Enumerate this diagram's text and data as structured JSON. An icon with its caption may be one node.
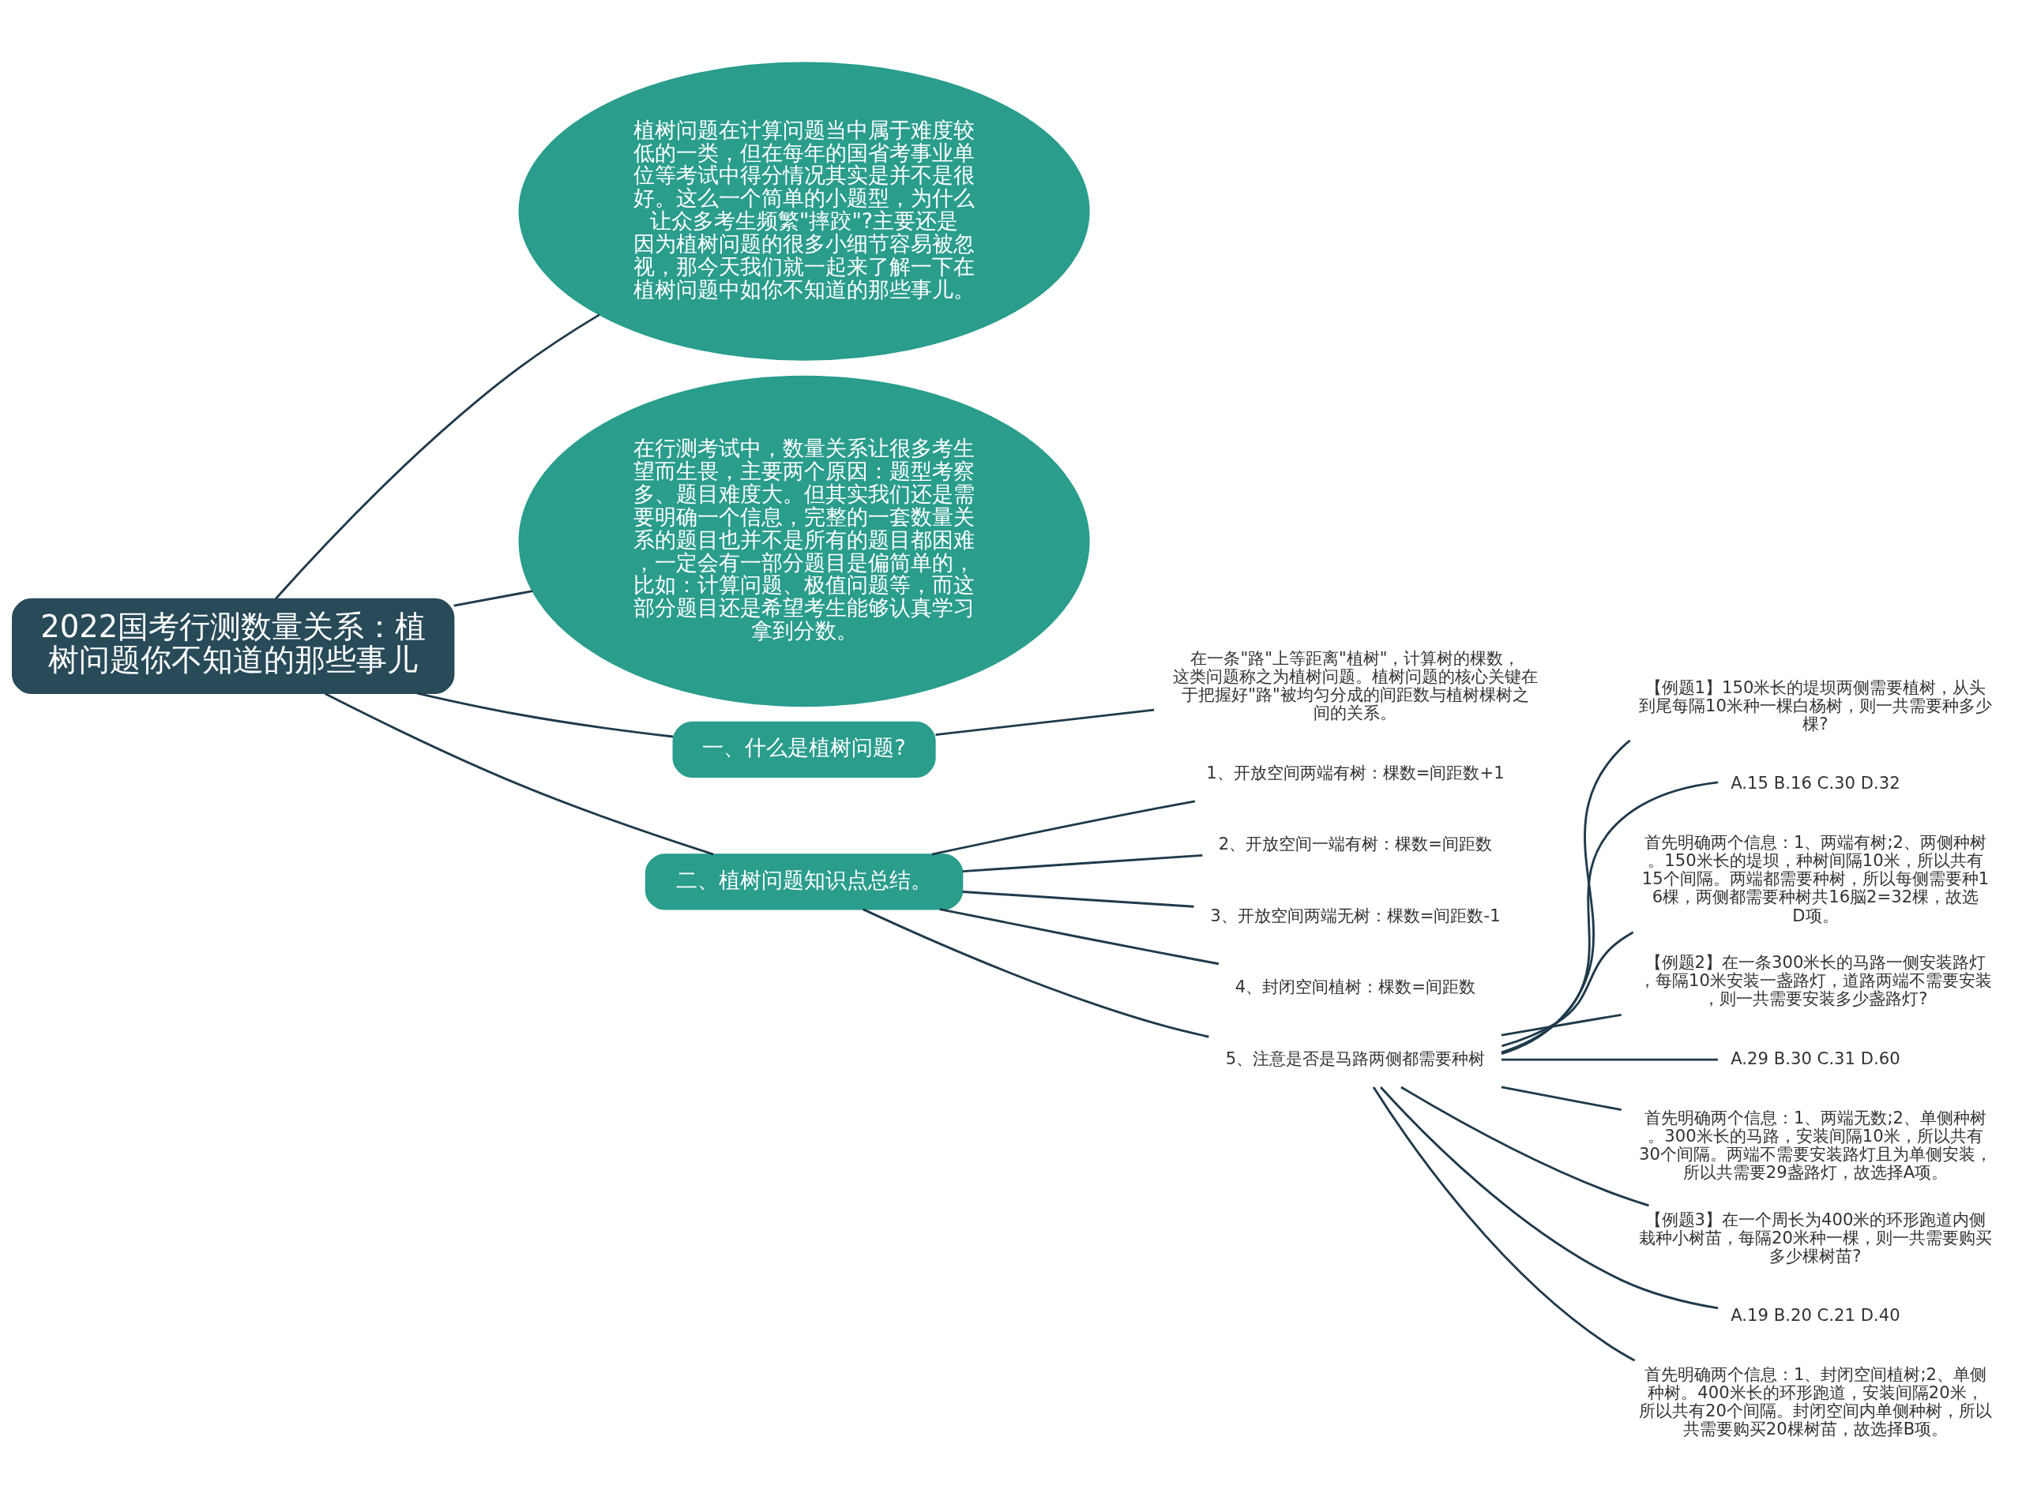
{
  "diagram": {
    "nodes": [
      {
        "text": [
          "2022国考行测数量关系：植树问题你不知道的那些事儿"
        ]
      },
      {
        "text": [
          "植树问题在计算问题当中属于难度较低的一类，但在每年的国省考事业单位等考试中得分情况其实是并不是很好。这么一个简单的小题型，为什么让众多考生频繁\"摔跤\"?主要还是因为植树问题的很多小细节容易被忽视，那今天我们就一起来了解一下在植树问题中如你不知道的那些事儿。"
        ]
      },
      {
        "text": [
          "在行测考试中，数量关系让很多考生望而生畏，主要两个原因：题型考察多、题目难度大。但其实我们还是需要明确一个信息，完整的一套数量关系的题目也并不是所有的题目都困难，一定会有一部分题目是偏简单的，比如：计算问题、极值问题等，而这部分题目还是希望考生能够认真学习拿到分数。"
        ]
      },
      {
        "text": [
          "一、什么是植树问题?"
        ]
      },
      {
        "text": [
          "在一条\"路\"上等距离\"植树\"，计算树的棵数，这类问题称之为植树问题。植树问题的核心关键在于把握好\"路\"被均匀分成的间距数与植树棵树之间的关系。"
        ]
      },
      {
        "text": [
          "二、植树问题知识点总结。"
        ]
      },
      {
        "text": [
          "1、开放空间两端有树：棵数=间距数+1"
        ]
      },
      {
        "text": [
          "2、开放空间一端有树：棵数=间距数"
        ]
      },
      {
        "text": [
          "3、开放空间两端无树：棵数=间距数-1"
        ]
      },
      {
        "text": [
          "4、封闭空间植树：棵数=间距数"
        ]
      },
      {
        "text": [
          "5、注意是否是马路两侧都需要种树"
        ]
      },
      {
        "text": [
          "【例题1】150米长的堤坝两侧需要植树，从头到尾每隔10米种一棵白杨树，则一共需要种多少棵?"
        ]
      },
      {
        "text": [
          "A.15 B.16 C.30 D.32"
        ]
      },
      {
        "text": [
          "首先明确两个信息：1、两端有树;2、两侧种树。150米长的堤坝，种树间隔10米，所以共有15个间隔。两端都需要种树，所以每侧需要种16棵，两侧都需要种树共16脳2=32棵，故选D项。"
        ]
      },
      {
        "text": [
          "【例题2】在一条300米长的马路一侧安装路灯，每隔10米安装一盏路灯，道路两端不需要安装，则一共需要安装多少盏路灯?"
        ]
      },
      {
        "text": [
          "A.29 B.30 C.31 D.60"
        ]
      },
      {
        "text": [
          "首先明确两个信息：1、两端无数;2、单侧种树。300米长的马路，安装间隔10米，所以共有30个间隔。两端不需要安装路灯且为单侧安装，所以共需要29盏路灯，故选择A项。"
        ]
      },
      {
        "text": [
          "【例题3】在一个周长为400米的环形跑道内侧栽种小树苗，每隔20米种一棵，则一共需要购买多少棵树苗?"
        ]
      },
      {
        "text": [
          "A.19 B.20 C.21 D.40"
        ]
      },
      {
        "text": [
          "首先明确两个信息：1、封闭空间植树;2、单侧种树。400米长的环形跑道，安装间隔20米，所以共有20个间隔。封闭空间内单侧种树，所以共需要购买20棵树苗，故选择B项。"
        ]
      }
    ],
    "edges": [
      {
        "from": 0,
        "to": 1,
        "arrow": "none"
      },
      {
        "from": 0,
        "to": 2,
        "arrow": "none"
      },
      {
        "from": 0,
        "to": 3,
        "arrow": "none"
      },
      {
        "from": 3,
        "to": 4,
        "arrow": "none"
      },
      {
        "from": 0,
        "to": 5,
        "arrow": "none"
      },
      {
        "from": 5,
        "to": 6,
        "arrow": "none"
      },
      {
        "from": 5,
        "to": 7,
        "arrow": "none"
      },
      {
        "from": 5,
        "to": 8,
        "arrow": "none"
      },
      {
        "from": 5,
        "to": 9,
        "arrow": "none"
      },
      {
        "from": 5,
        "to": 10,
        "arrow": "none"
      },
      {
        "from": 10,
        "to": 11,
        "arrow": "none"
      },
      {
        "from": 10,
        "to": 12,
        "arrow": "none"
      },
      {
        "from": 10,
        "to": 13,
        "arrow": "none"
      },
      {
        "from": 10,
        "to": 14,
        "arrow": "none"
      },
      {
        "from": 10,
        "to": 15,
        "arrow": "none"
      },
      {
        "from": 10,
        "to": 16,
        "arrow": "none"
      },
      {
        "from": 10,
        "to": 17,
        "arrow": "none"
      },
      {
        "from": 10,
        "to": 18,
        "arrow": "none"
      },
      {
        "from": 10,
        "to": 19,
        "arrow": "none"
      }
    ]
  }
}
